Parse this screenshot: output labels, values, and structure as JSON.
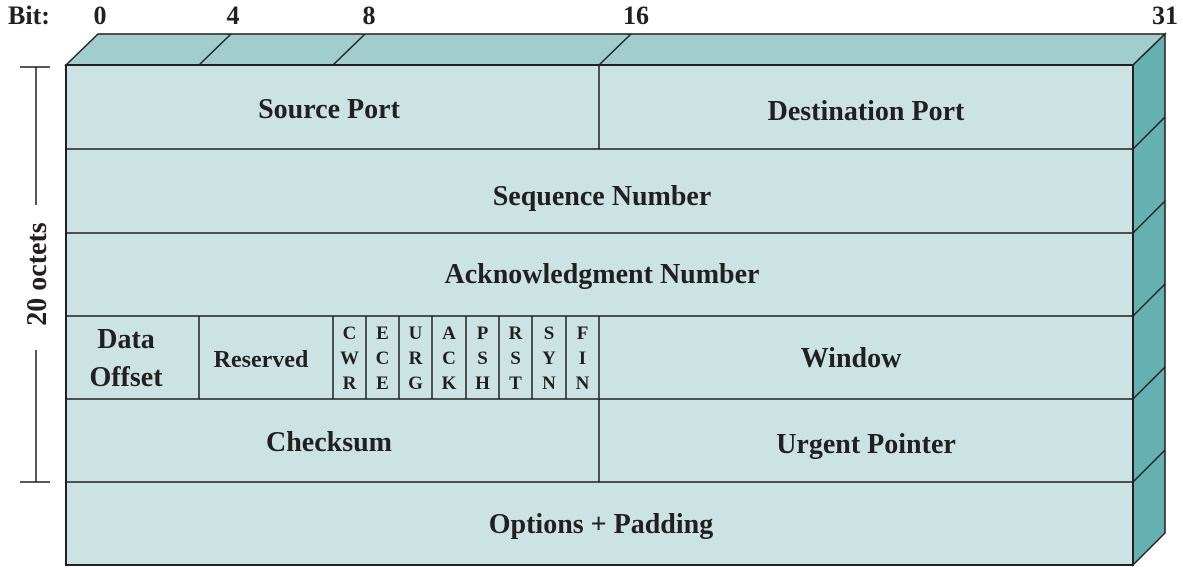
{
  "bit_prefix": "Bit:",
  "bit_ticks": [
    "0",
    "4",
    "8",
    "16",
    "31"
  ],
  "side_label": "20 octets",
  "colors": {
    "face": "#cce3e3",
    "top": "#a2cdcd",
    "side": "#65b1b1",
    "stroke": "#231f20"
  },
  "fields": {
    "source_port": "Source Port",
    "destination_port": "Destination Port",
    "sequence_number": "Sequence Number",
    "acknowledgment_number": "Acknowledgment Number",
    "data_offset": [
      "Data",
      "Offset"
    ],
    "reserved": "Reserved",
    "flags": [
      [
        "C",
        "W",
        "R"
      ],
      [
        "E",
        "C",
        "E"
      ],
      [
        "U",
        "R",
        "G"
      ],
      [
        "A",
        "C",
        "K"
      ],
      [
        "P",
        "S",
        "H"
      ],
      [
        "R",
        "S",
        "T"
      ],
      [
        "S",
        "Y",
        "N"
      ],
      [
        "F",
        "I",
        "N"
      ]
    ],
    "window": "Window",
    "checksum": "Checksum",
    "urgent_pointer": "Urgent Pointer",
    "options_padding": "Options + Padding"
  }
}
